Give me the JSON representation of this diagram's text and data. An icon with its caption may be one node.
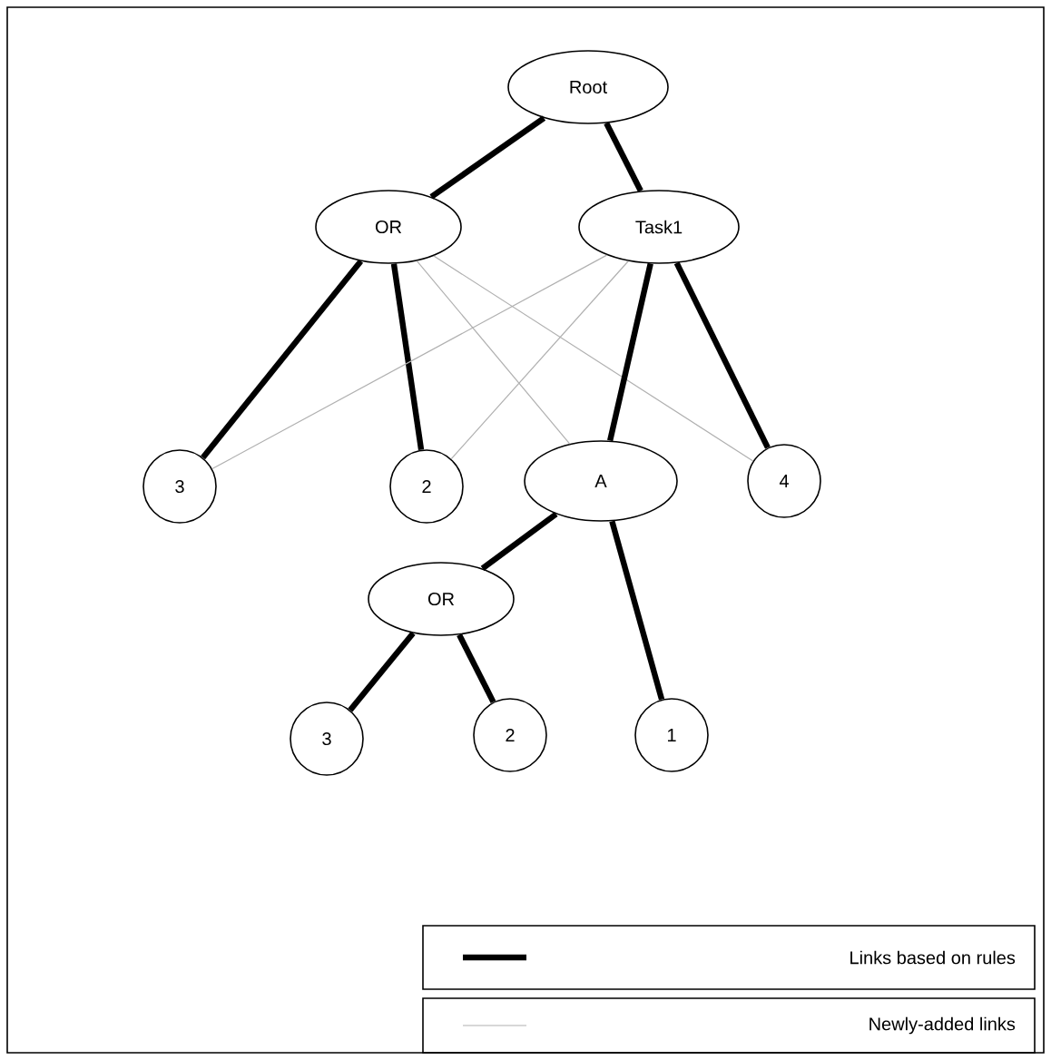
{
  "diagram": {
    "nodes": [
      {
        "text": [
          "Root"
        ]
      },
      {
        "text": [
          "OR"
        ]
      },
      {
        "text": [
          "Task1"
        ]
      },
      {
        "text": [
          "3"
        ]
      },
      {
        "text": [
          "2"
        ]
      },
      {
        "text": [
          "A"
        ]
      },
      {
        "text": [
          "4"
        ]
      },
      {
        "text": [
          "OR"
        ]
      },
      {
        "text": [
          "3"
        ]
      },
      {
        "text": [
          "2"
        ]
      },
      {
        "text": [
          "1"
        ]
      }
    ],
    "edges": [
      {
        "from": 0,
        "to": 1,
        "arrow": "none"
      },
      {
        "from": 0,
        "to": 2,
        "arrow": "none"
      },
      {
        "from": 1,
        "to": 3,
        "arrow": "none"
      },
      {
        "from": 1,
        "to": 4,
        "arrow": "none"
      },
      {
        "from": 1,
        "to": 5,
        "arrow": "none",
        "color": "#b0b0b0"
      },
      {
        "from": 1,
        "to": 6,
        "arrow": "none",
        "color": "#b0b0b0"
      },
      {
        "from": 2,
        "to": 3,
        "arrow": "none",
        "color": "#b0b0b0"
      },
      {
        "from": 2,
        "to": 4,
        "arrow": "none",
        "color": "#b0b0b0"
      },
      {
        "from": 2,
        "to": 5,
        "arrow": "none"
      },
      {
        "from": 2,
        "to": 6,
        "arrow": "none"
      },
      {
        "from": 5,
        "to": 7,
        "arrow": "none"
      },
      {
        "from": 5,
        "to": 10,
        "arrow": "none"
      },
      {
        "from": 7,
        "to": 8,
        "arrow": "none"
      },
      {
        "from": 7,
        "to": 9,
        "arrow": "none"
      }
    ],
    "legend": [
      {
        "text": "Links based on rules"
      },
      {
        "text": "Newly-added links"
      }
    ]
  }
}
